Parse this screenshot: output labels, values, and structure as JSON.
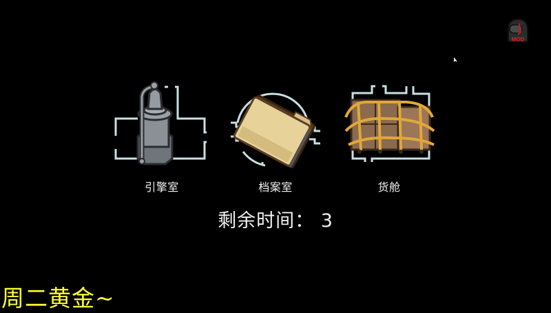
{
  "screen": "map-vote-selection",
  "rooms": [
    {
      "id": "engine",
      "label": "引擎室",
      "icon": "engine-icon"
    },
    {
      "id": "records",
      "label": "档案室",
      "icon": "folder-icon"
    },
    {
      "id": "storage",
      "label": "货舱",
      "icon": "cargo-crate-icon"
    }
  ],
  "timer": {
    "label": "剩余时间：",
    "value": "3",
    "full": "剩余时间： 3"
  },
  "badge": {
    "text": "MOD",
    "color": "#e01f1f"
  },
  "watermark": {
    "text": "周二黄金~",
    "color": "#ffff33"
  },
  "colors": {
    "background": "#000000",
    "outline": "#c9dfe3",
    "text": "#f2f2f2"
  }
}
